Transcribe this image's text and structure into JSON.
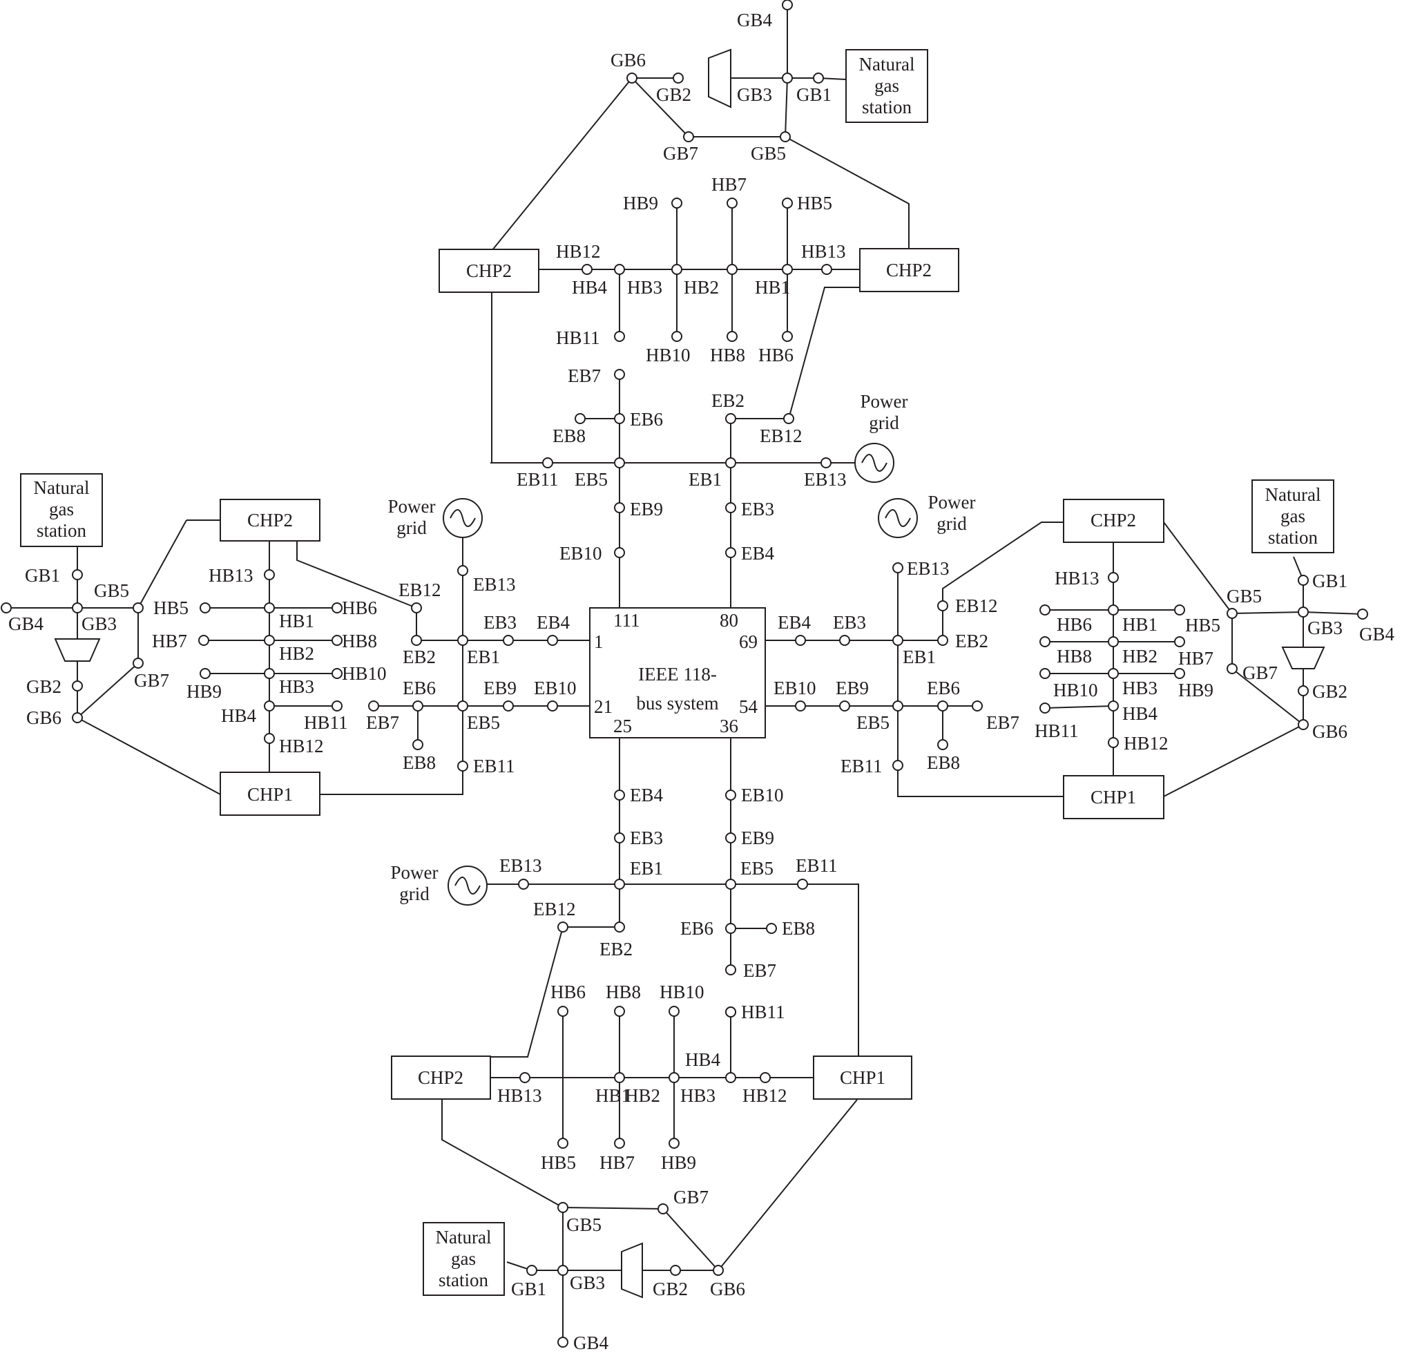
{
  "center": {
    "title_line1": "IEEE 118-",
    "title_line2": "bus system",
    "ports": [
      "111",
      "80",
      "1",
      "69",
      "21",
      "54",
      "25",
      "36"
    ]
  },
  "labels": {
    "chp1": "CHP1",
    "chp2": "CHP2",
    "gas_station": [
      "Natural",
      "gas",
      "station"
    ],
    "power_grid": [
      "Power",
      "grid"
    ]
  },
  "electrical_buses": [
    "EB1",
    "EB2",
    "EB3",
    "EB4",
    "EB5",
    "EB6",
    "EB7",
    "EB8",
    "EB9",
    "EB10",
    "EB11",
    "EB12",
    "EB13"
  ],
  "heat_buses": [
    "HB1",
    "HB2",
    "HB3",
    "HB4",
    "HB5",
    "HB6",
    "HB7",
    "HB8",
    "HB9",
    "HB10",
    "HB11",
    "HB12",
    "HB13"
  ],
  "gas_buses": [
    "GB1",
    "GB2",
    "GB3",
    "GB4",
    "GB5",
    "GB6",
    "GB7"
  ],
  "colors": {
    "line": "#231f20",
    "background": "#ffffff"
  }
}
